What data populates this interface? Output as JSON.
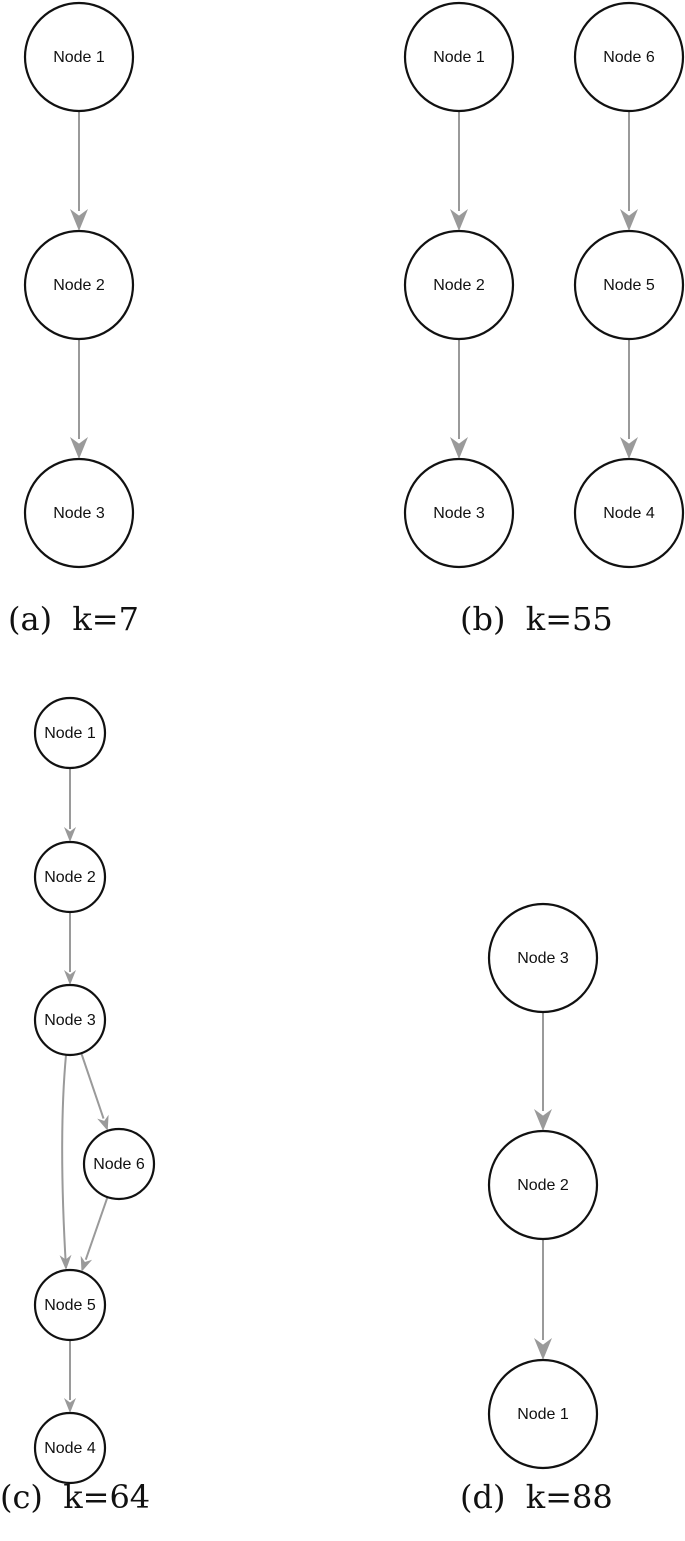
{
  "panels": [
    {
      "id": "a",
      "caption": "(a)  k=7",
      "nodes": [
        {
          "id": "n1",
          "label": "Node 1"
        },
        {
          "id": "n2",
          "label": "Node 2"
        },
        {
          "id": "n3",
          "label": "Node 3"
        }
      ],
      "edges": [
        {
          "from": "n1",
          "to": "n2"
        },
        {
          "from": "n2",
          "to": "n3"
        }
      ]
    },
    {
      "id": "b",
      "caption": "(b)  k=55",
      "nodes": [
        {
          "id": "n1",
          "label": "Node 1"
        },
        {
          "id": "n2",
          "label": "Node 2"
        },
        {
          "id": "n3",
          "label": "Node 3"
        },
        {
          "id": "n6",
          "label": "Node 6"
        },
        {
          "id": "n5",
          "label": "Node 5"
        },
        {
          "id": "n4",
          "label": "Node 4"
        }
      ],
      "edges": [
        {
          "from": "n1",
          "to": "n2"
        },
        {
          "from": "n2",
          "to": "n3"
        },
        {
          "from": "n6",
          "to": "n5"
        },
        {
          "from": "n5",
          "to": "n4"
        }
      ]
    },
    {
      "id": "c",
      "caption": "(c)  k=64",
      "nodes": [
        {
          "id": "n1",
          "label": "Node 1"
        },
        {
          "id": "n2",
          "label": "Node 2"
        },
        {
          "id": "n3",
          "label": "Node 3"
        },
        {
          "id": "n6",
          "label": "Node 6"
        },
        {
          "id": "n5",
          "label": "Node 5"
        },
        {
          "id": "n4",
          "label": "Node 4"
        }
      ],
      "edges": [
        {
          "from": "n1",
          "to": "n2"
        },
        {
          "from": "n2",
          "to": "n3"
        },
        {
          "from": "n3",
          "to": "n6"
        },
        {
          "from": "n3",
          "to": "n5"
        },
        {
          "from": "n6",
          "to": "n5"
        },
        {
          "from": "n5",
          "to": "n4"
        }
      ]
    },
    {
      "id": "d",
      "caption": "(d)  k=88",
      "nodes": [
        {
          "id": "n3",
          "label": "Node 3"
        },
        {
          "id": "n2",
          "label": "Node 2"
        },
        {
          "id": "n1",
          "label": "Node 1"
        }
      ],
      "edges": [
        {
          "from": "n3",
          "to": "n2"
        },
        {
          "from": "n2",
          "to": "n1"
        }
      ]
    }
  ],
  "colors": {
    "node_stroke": "#111111",
    "edge": "#9a9a9a",
    "background": "#ffffff"
  }
}
